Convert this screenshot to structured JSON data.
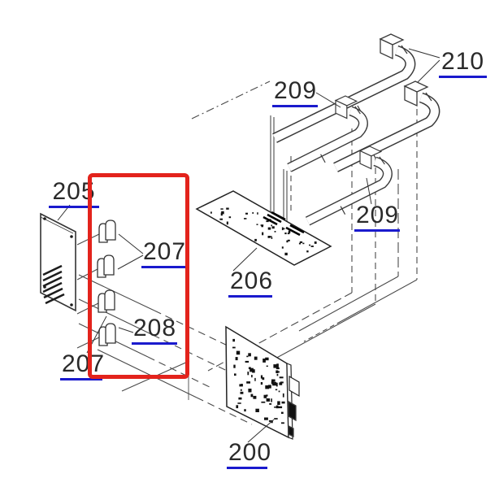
{
  "diagram": {
    "kind": "exploded-parts-diagram",
    "colors": {
      "highlight_box": "#e3231c",
      "label_underline": "#1a1acd",
      "label_text": "#2a2a2a",
      "line_art": "#3a3a3a"
    },
    "labels": {
      "l205": {
        "text": "205"
      },
      "l207_top": {
        "text": "207"
      },
      "l208": {
        "text": "208"
      },
      "l207_bottom": {
        "text": "207"
      },
      "l206": {
        "text": "206"
      },
      "l200": {
        "text": "200"
      },
      "l209_top": {
        "text": "209"
      },
      "l210": {
        "text": "210"
      },
      "l209_bottom": {
        "text": "209"
      }
    },
    "callout_numbers": [
      "200",
      "205",
      "206",
      "207",
      "207",
      "208",
      "209",
      "209",
      "210"
    ]
  }
}
